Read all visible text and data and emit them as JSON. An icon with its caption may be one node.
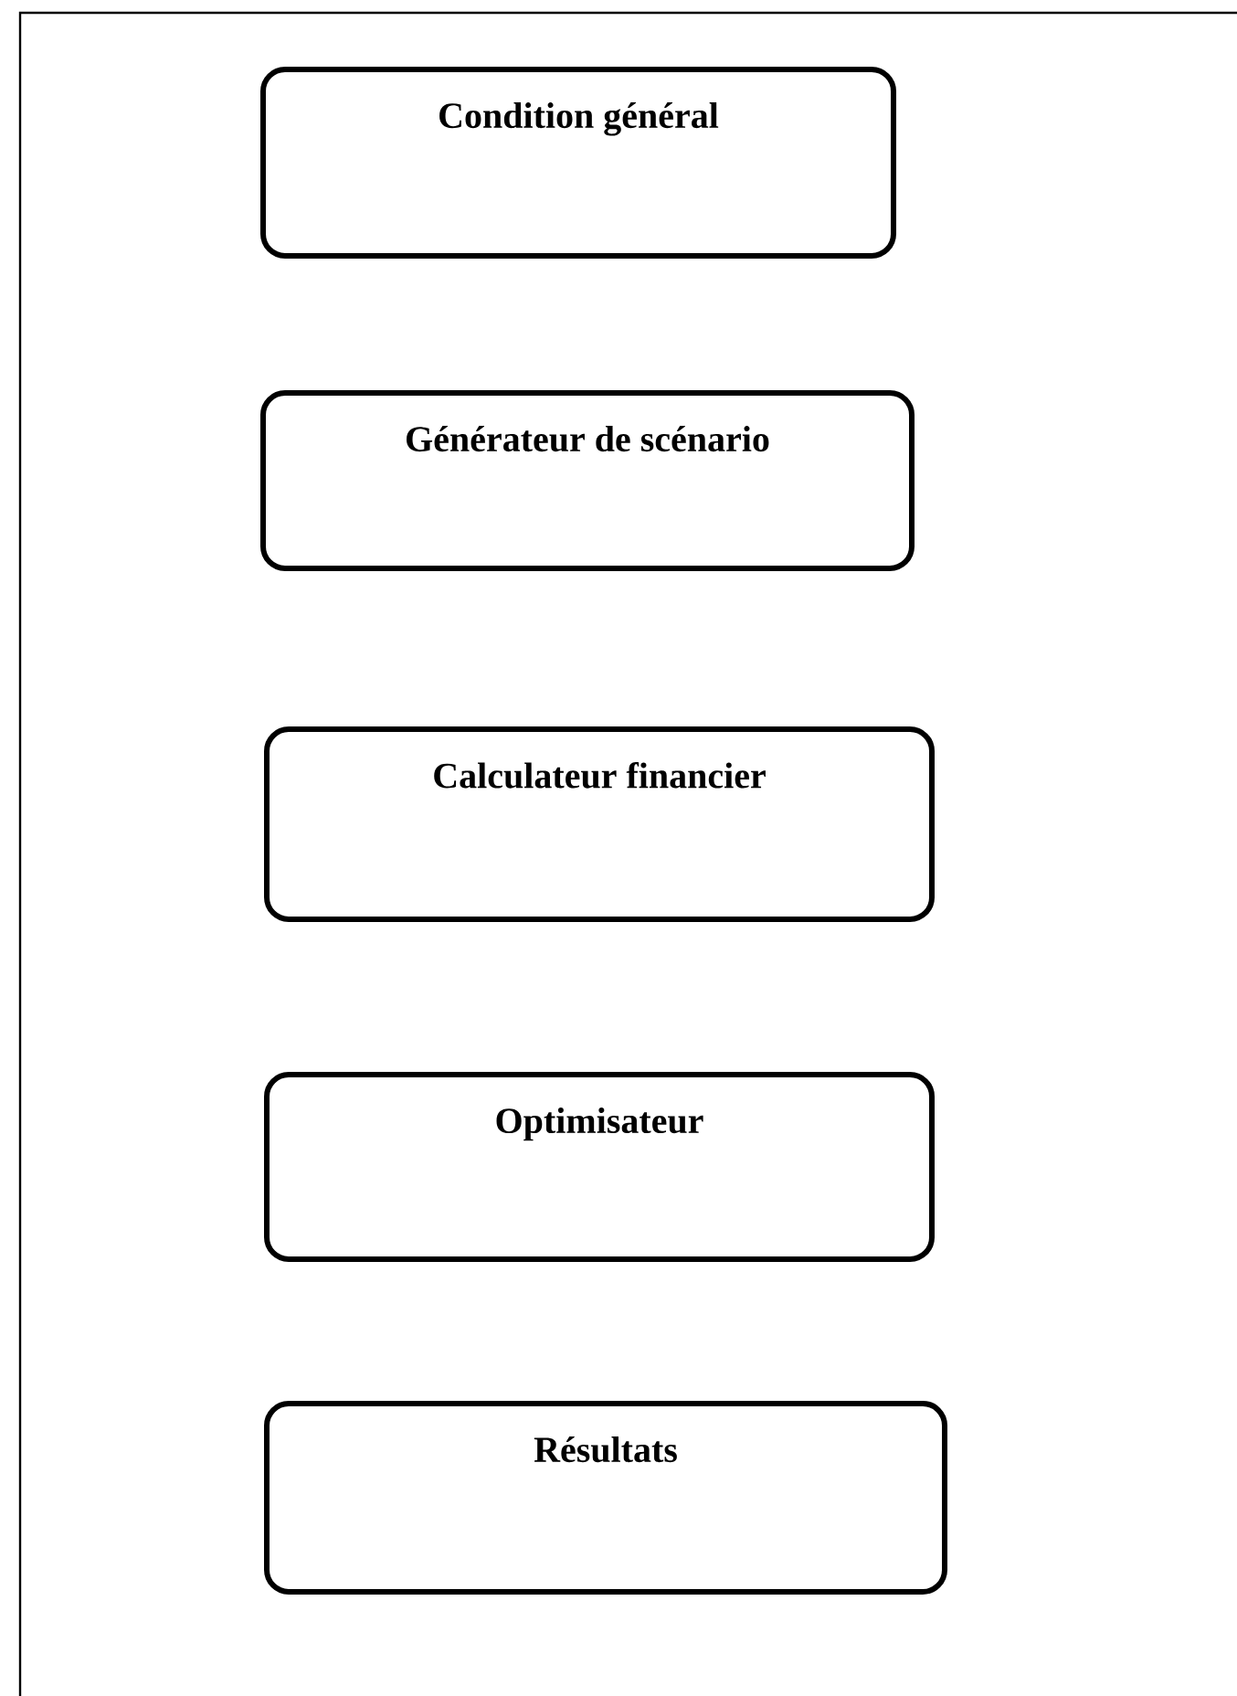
{
  "diagram": {
    "nodes": [
      {
        "text": [
          "Condition général"
        ]
      },
      {
        "text": [
          "Générateur de scénario"
        ]
      },
      {
        "text": [
          "Calculateur financier"
        ]
      },
      {
        "text": [
          "Optimisateur"
        ]
      },
      {
        "text": [
          "Résultats"
        ]
      }
    ]
  }
}
